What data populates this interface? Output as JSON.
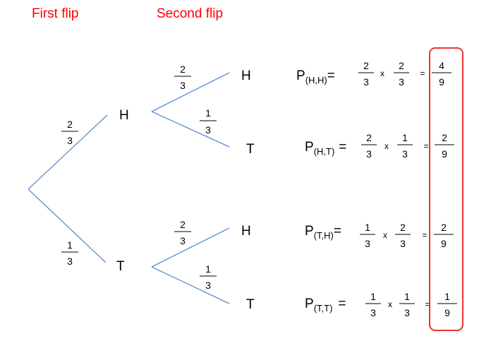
{
  "headers": {
    "first": "First flip",
    "second": "Second flip"
  },
  "colors": {
    "header": "#ff0000",
    "branch": "#5b8fd0",
    "highlight": "#e8332e"
  },
  "tree": {
    "first": [
      {
        "outcome": "H",
        "prob": {
          "num": "2",
          "den": "3"
        }
      },
      {
        "outcome": "T",
        "prob": {
          "num": "1",
          "den": "3"
        }
      }
    ],
    "second_after_H": [
      {
        "outcome": "H",
        "prob": {
          "num": "2",
          "den": "3"
        }
      },
      {
        "outcome": "T",
        "prob": {
          "num": "1",
          "den": "3"
        }
      }
    ],
    "second_after_T": [
      {
        "outcome": "H",
        "prob": {
          "num": "2",
          "den": "3"
        }
      },
      {
        "outcome": "T",
        "prob": {
          "num": "1",
          "den": "3"
        }
      }
    ]
  },
  "equations": [
    {
      "p": "P",
      "sub": "(H,H)",
      "eq": "=",
      "a": {
        "num": "2",
        "den": "3"
      },
      "times": "x",
      "b": {
        "num": "2",
        "den": "3"
      },
      "eq2": "=",
      "result": {
        "num": "4",
        "den": "9"
      }
    },
    {
      "p": "P",
      "sub": "(H,T)",
      "eq": "=",
      "a": {
        "num": "2",
        "den": "3"
      },
      "times": "x",
      "b": {
        "num": "1",
        "den": "3"
      },
      "eq2": "=",
      "result": {
        "num": "2",
        "den": "9"
      }
    },
    {
      "p": "P",
      "sub": "(T,H)",
      "eq": "=",
      "a": {
        "num": "1",
        "den": "3"
      },
      "times": "x",
      "b": {
        "num": "2",
        "den": "3"
      },
      "eq2": "=",
      "result": {
        "num": "2",
        "den": "9"
      }
    },
    {
      "p": "P",
      "sub": "(T,T)",
      "eq": "=",
      "a": {
        "num": "1",
        "den": "3"
      },
      "times": "x",
      "b": {
        "num": "1",
        "den": "3"
      },
      "eq2": "=",
      "result": {
        "num": "1",
        "den": "9"
      }
    }
  ]
}
